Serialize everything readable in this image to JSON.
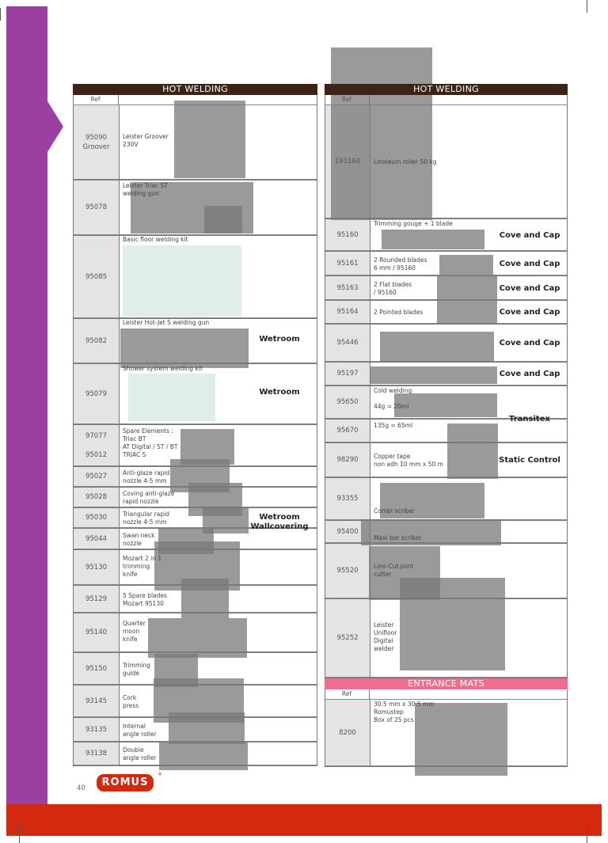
{
  "page_number": "40",
  "logo": "ROMUS",
  "colors": {
    "brand": "#d3290f",
    "sidebar": "#9b3fa2",
    "header": "#3b2417",
    "mats_header": "#ee6e8f"
  },
  "left_table": {
    "title": "HOT WELDING",
    "ref_label": "Ref",
    "rows": [
      {
        "ref": "95090\nGroover",
        "desc": "Leister Groover\n230V",
        "tag": ""
      },
      {
        "ref": "95078",
        "desc": "Leister Triac ST\nwelding gun",
        "tag": ""
      },
      {
        "ref": "95085",
        "desc": "Basic floor welding kit",
        "tag": ""
      },
      {
        "ref": "95082",
        "desc": "Leister Hot-Jet S welding gun",
        "tag": "Wetroom"
      },
      {
        "ref": "95079",
        "desc": "Shower system welding kit",
        "tag": "Wetroom"
      },
      {
        "ref": "97077\n\n95012",
        "desc": "Spare Elements :\nTriac BT\nAT Digital / ST / BT\nTRIAC S",
        "tag": ""
      },
      {
        "ref": "95027",
        "desc": "Anti-glaze rapid\nnozzle 4-5 mm",
        "tag": ""
      },
      {
        "ref": "95028",
        "desc": "Coving anti-glaze\nrapid nozzle",
        "tag": ""
      },
      {
        "ref": "95030",
        "desc": "Triangular rapid\nnozzle 4-5 mm",
        "tag": "Wetroom\nWallcovering"
      },
      {
        "ref": "95044",
        "desc": "Swan neck\nnozzle",
        "tag": ""
      },
      {
        "ref": "95130",
        "desc": "Mozart 2 in 1\ntrimming\nknife",
        "tag": ""
      },
      {
        "ref": "95129",
        "desc": "5 Spare blades\nMozart 95130",
        "tag": ""
      },
      {
        "ref": "95140",
        "desc": "Quarter\nmoon\nknife",
        "tag": ""
      },
      {
        "ref": "95150",
        "desc": "Trimming\nguide",
        "tag": ""
      },
      {
        "ref": "93145",
        "desc": "Cork\npress",
        "tag": ""
      },
      {
        "ref": "93135",
        "desc": "Internal\nangle roller",
        "tag": ""
      },
      {
        "ref": "93138",
        "desc": "Double\nangle roller",
        "tag": ""
      }
    ]
  },
  "right_table": {
    "title": "HOT WELDING",
    "ref_label": "Ref",
    "rows": [
      {
        "ref": "193160",
        "desc": "Linoleum roller 50 kg",
        "tag": ""
      },
      {
        "ref": "95160",
        "desc": "Trimming gouge + 1 blade",
        "tag": "Cove and Cap"
      },
      {
        "ref": "95161",
        "desc": "2 Rounded blades\n6 mm / 95160",
        "tag": "Cove and Cap"
      },
      {
        "ref": "95163",
        "desc": "2 Flat blades\n/ 95160",
        "tag": "Cove and Cap"
      },
      {
        "ref": "95164",
        "desc": "2 Pointed blades",
        "tag": "Cove and Cap"
      },
      {
        "ref": "95446",
        "desc": "",
        "tag": "Cove and Cap"
      },
      {
        "ref": "95197",
        "desc": "",
        "tag": "Cove and Cap"
      },
      {
        "ref": "95650",
        "desc": "Cold welding\n\n44g = 20ml",
        "tag": ""
      },
      {
        "ref": "95670",
        "desc": "135g = 65ml",
        "tag": ""
      },
      {
        "ref": "98290",
        "desc": "Copper tape\nnon adh 10 mm x 50 m",
        "tag": "Static Control"
      },
      {
        "ref": "93355",
        "desc": "Combi scriber",
        "tag": ""
      },
      {
        "ref": "95400",
        "desc": "Maxi bar scriber",
        "tag": ""
      },
      {
        "ref": "95520",
        "desc": "Lino-Cut joint\ncutter",
        "tag": ""
      },
      {
        "ref": "95252",
        "desc": "Leister\nUnifloor\nDigital\nwelder",
        "tag": ""
      }
    ],
    "group_tag": "Transitex"
  },
  "mats_table": {
    "title": "ENTRANCE MATS",
    "ref_label": "Ref",
    "rows": [
      {
        "ref": "8200",
        "desc": "30.5 mm x 30.5 mm\nRomustep\nBox of 25 pcs",
        "tag": ""
      }
    ]
  }
}
